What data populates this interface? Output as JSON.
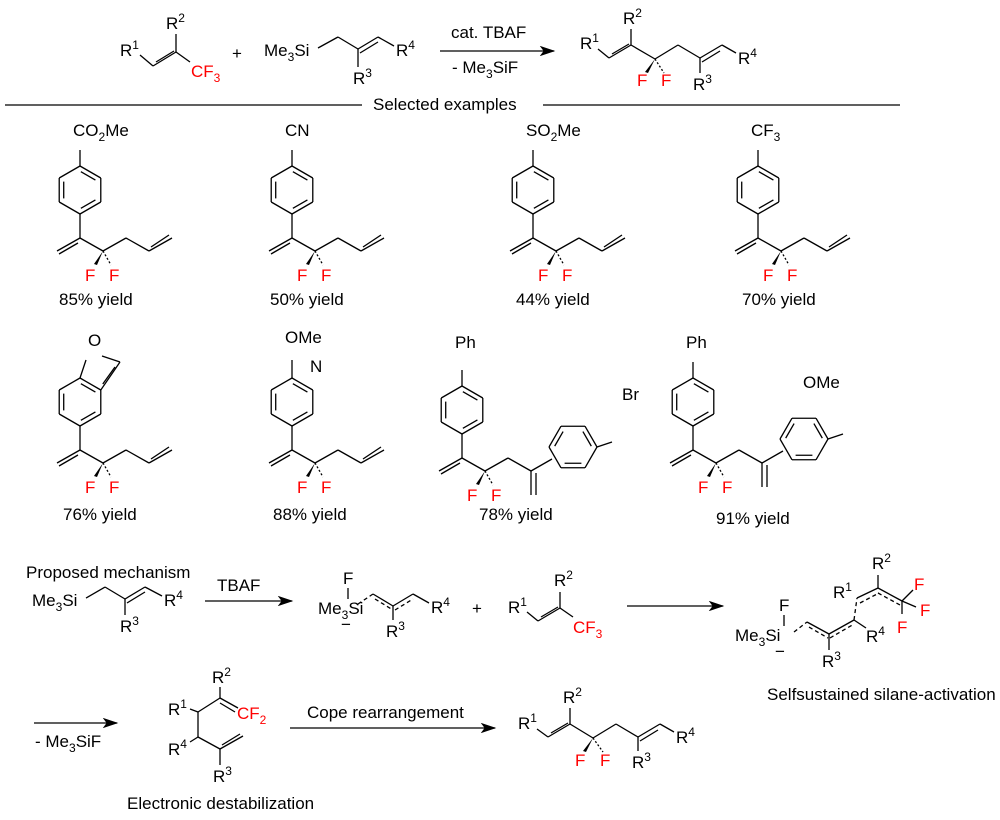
{
  "colors": {
    "highlight": "#ff0000",
    "ink": "#000000"
  },
  "scheme": {
    "reactant1": {
      "r1": "R",
      "r1_sup": "1",
      "r2": "R",
      "r2_sup": "2",
      "cf3": "CF",
      "cf3_sub": "3"
    },
    "plus": "+",
    "reactant2": {
      "me3si": "Me",
      "me3si_sub": "3",
      "si": "Si",
      "r3": "R",
      "r3_sup": "3",
      "r4": "R",
      "r4_sup": "4"
    },
    "arrow": {
      "above": "cat. TBAF",
      "below_prefix": "- Me",
      "below_sub": "3",
      "below_suffix": "SiF"
    },
    "product": {
      "r1": "R",
      "r1_sup": "1",
      "r2": "R",
      "r2_sup": "2",
      "r3": "R",
      "r3_sup": "3",
      "r4": "R",
      "r4_sup": "4",
      "f": "F"
    }
  },
  "section_label": "Selected examples",
  "examples": [
    {
      "substituent": "CO",
      "sub_num": "2",
      "sub_rest": "Me",
      "yield": "85% yield"
    },
    {
      "substituent": "CN",
      "yield": "50% yield"
    },
    {
      "substituent": "SO",
      "sub_num": "2",
      "sub_rest": "Me",
      "yield": "44% yield"
    },
    {
      "substituent": "CF",
      "sub_num": "3",
      "yield": "70% yield"
    },
    {
      "substituent": "O",
      "yield": "76% yield"
    },
    {
      "substituent": "OMe",
      "hetero": "N",
      "yield": "88% yield"
    },
    {
      "substituent": "Ph",
      "substituent2": "Br",
      "yield": "78% yield"
    },
    {
      "substituent": "Ph",
      "substituent2": "OMe",
      "yield": "91% yield"
    }
  ],
  "mechanism": {
    "title": "Proposed mechanism",
    "step1_reagent": "TBAF",
    "step3_reagent": "Cope rearrangement",
    "step2_loss_prefix": "- Me",
    "step2_loss_sub": "3",
    "step2_loss_suffix": "SiF",
    "f": "F",
    "minus": "−",
    "plus": "+",
    "cf2": "CF",
    "cf2_sub": "2",
    "label_activation": "Selfsustained silane-activation",
    "label_destabilization": "Electronic destabilization"
  }
}
